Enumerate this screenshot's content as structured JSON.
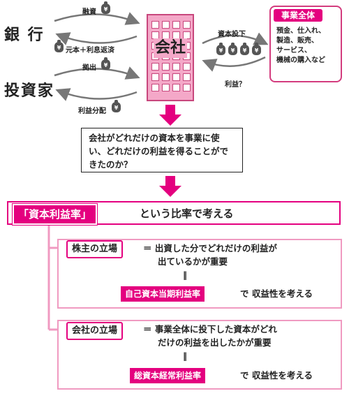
{
  "left": {
    "bank": "銀 行",
    "investor": "投資家",
    "financing": "融資",
    "repayment": "元本＋利息返済",
    "contribution": "拠出",
    "profit_distribution": "利益分配"
  },
  "company": {
    "label": "会社",
    "capital_investment": "資本投下",
    "profit_q": "利益？"
  },
  "business": {
    "title": "事業全体",
    "items": [
      "預金、仕入れ、",
      "製造、販売、",
      "サービス、",
      "機械の購入など"
    ]
  },
  "question": "会社がどれだけの資本を事業に使い、どれだけの利益を得ることができたのか？",
  "rate": {
    "label": "「資本利益率」",
    "text": "という比率で考える"
  },
  "views": [
    {
      "label": "株主の立場",
      "desc1": "＝ 出資した分でどれだけの利益が",
      "desc2": "出ているかが重要",
      "equals": "‖",
      "metric": "自己資本当期利益率",
      "consider": "で 収益性を考える"
    },
    {
      "label": "会社の立場",
      "desc1": "＝ 事業全体に投下した資本がどれ",
      "desc2": "だけの利益を出したかが重要",
      "equals": "‖",
      "metric": "総資本経常利益率",
      "consider": "で 収益性を考える"
    }
  ],
  "colors": {
    "accent": "#e4007f",
    "building": "#f4a8c8",
    "light_pink": "#f09ac1"
  },
  "icons": [
    "money-bag-icon",
    "curved-arrow-icon",
    "down-arrow-icon"
  ]
}
